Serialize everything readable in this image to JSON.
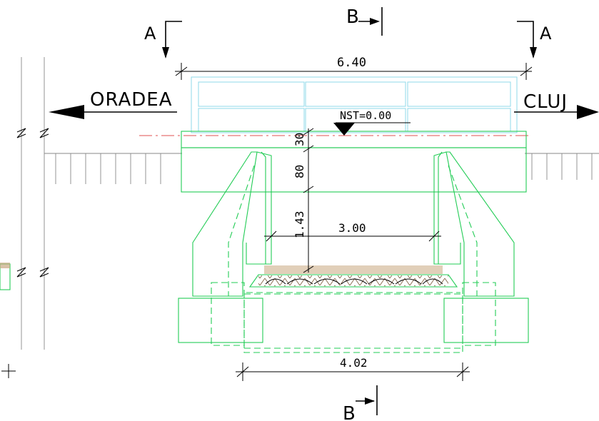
{
  "colors": {
    "structure": "#22cc55",
    "railing": "#8fd8e8",
    "axis": "#e05050",
    "ink": "#000000",
    "hatch": "#c8a880"
  },
  "section_marks": {
    "a_left": "A",
    "a_right": "A",
    "b_top": "B",
    "b_bottom": "B"
  },
  "directions": {
    "left": "ORADEA",
    "right": "CLUJ"
  },
  "level_mark": "NST=0.00",
  "dimensions": {
    "total_width": "6.40",
    "deck_thickness": "30",
    "beam_height": "80",
    "clear_height": "1.43",
    "clear_span": "3.00",
    "foundation_span": "4.02"
  }
}
